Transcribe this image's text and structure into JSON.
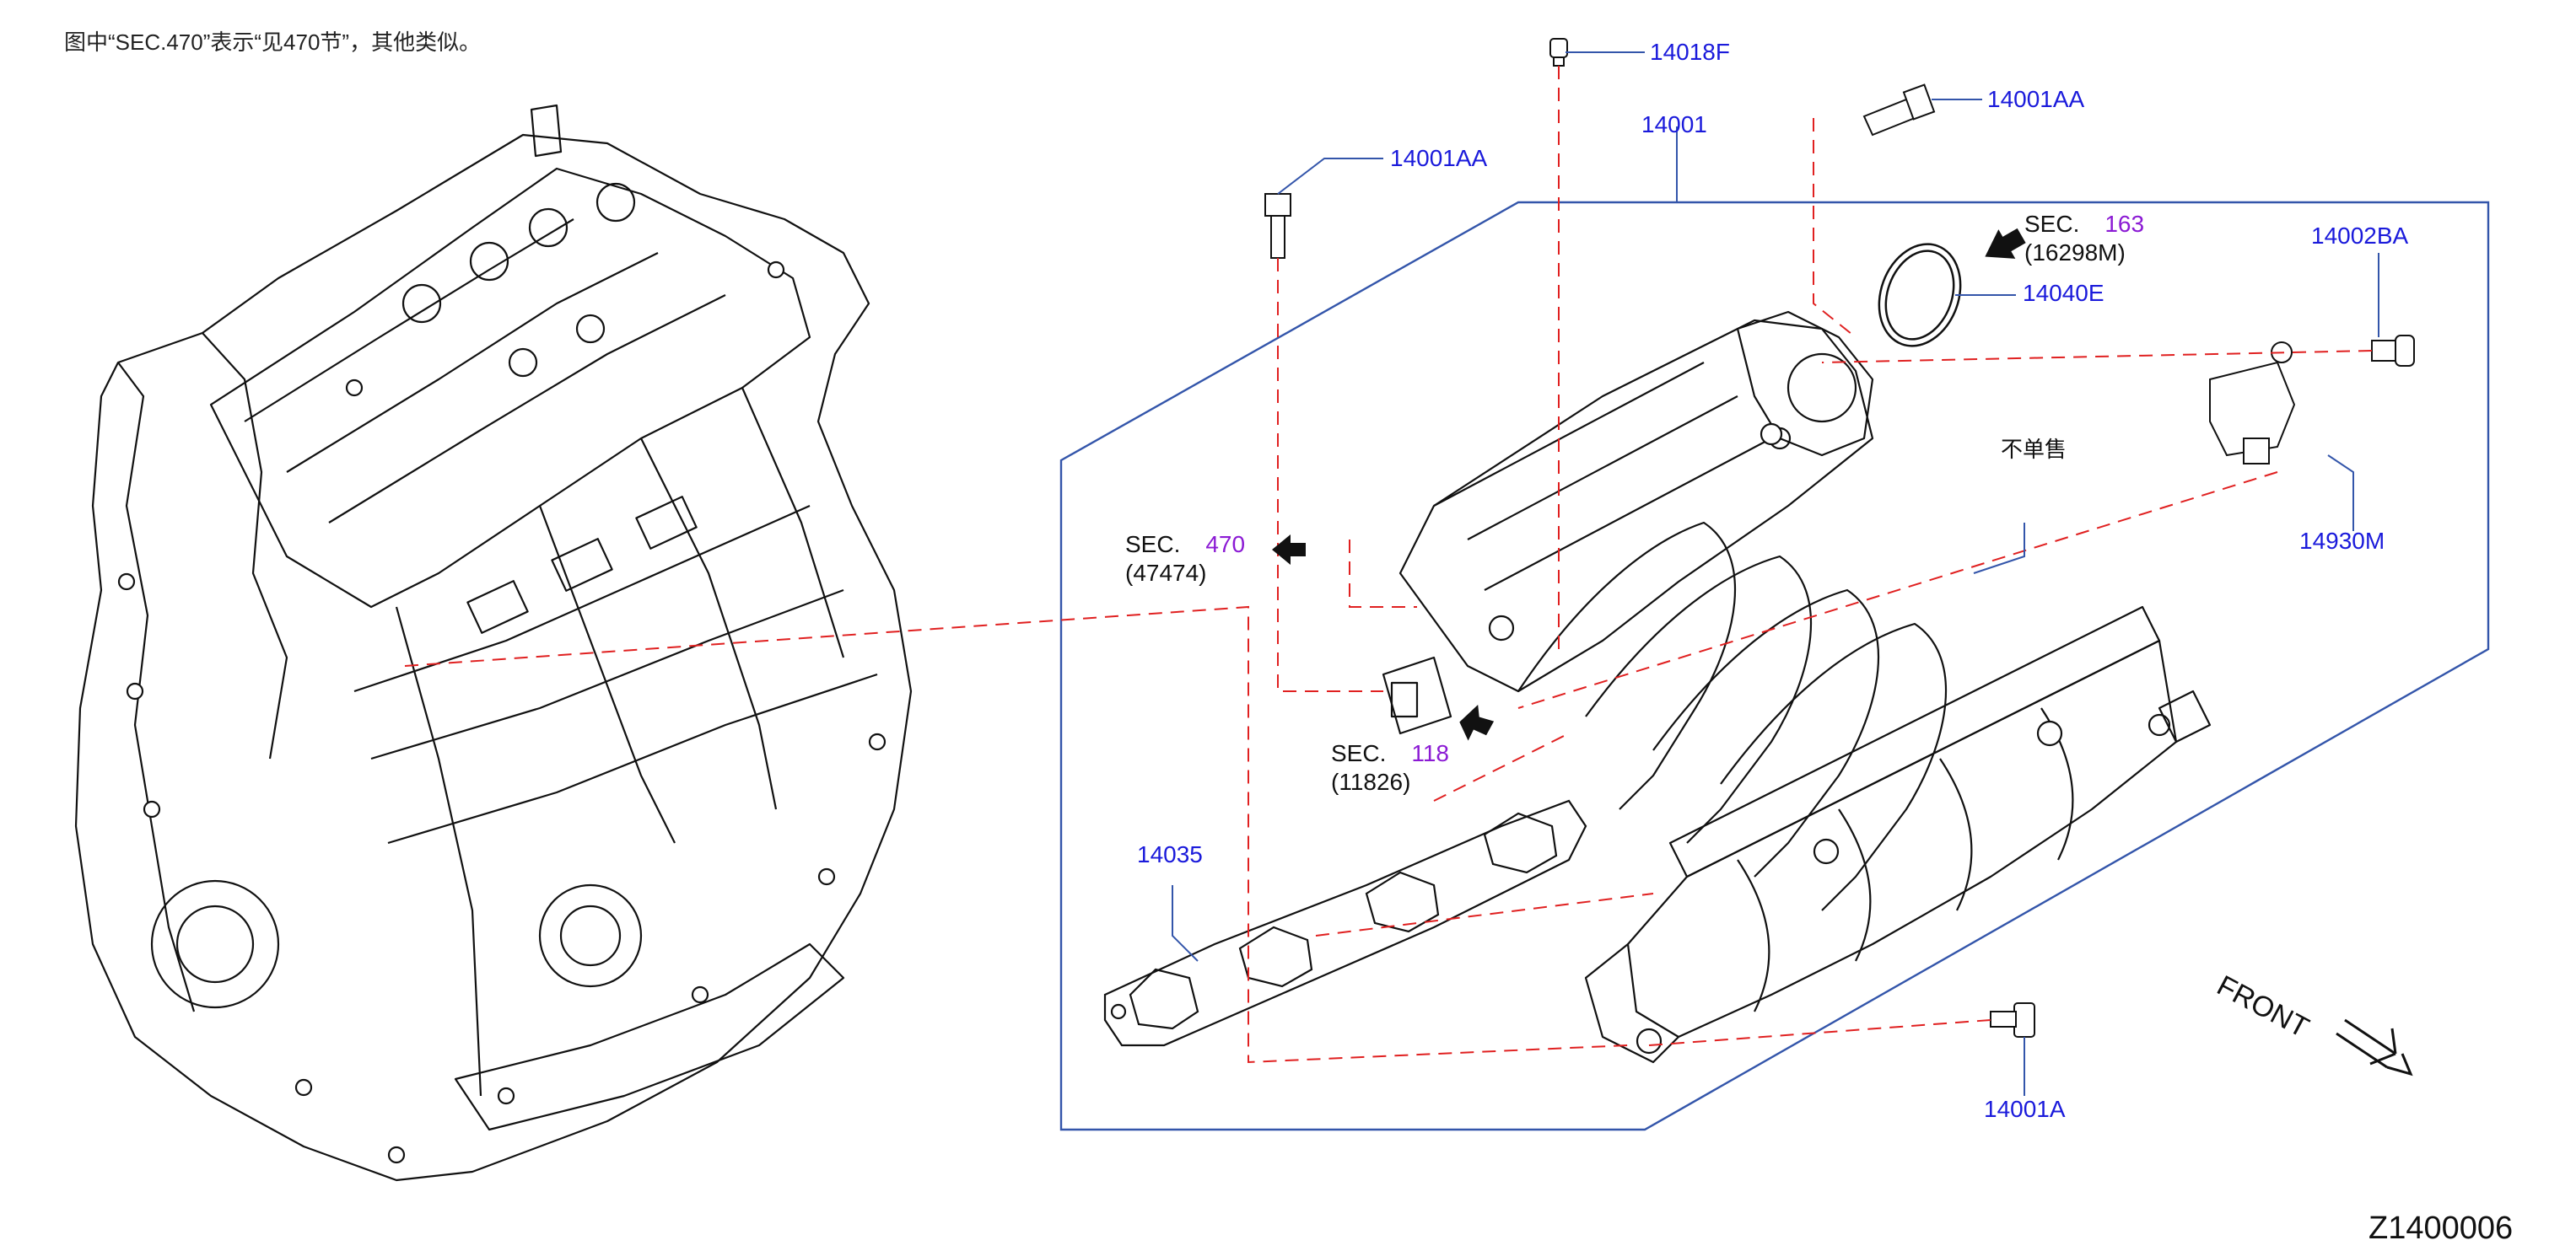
{
  "note": "图中“SEC.470”表示“见470节”，其他类似。",
  "figure_ref": "Z1400006",
  "front_label": "FRONT",
  "not_sold_label": "不单售",
  "parts": {
    "p14018F": "14018F",
    "p14001": "14001",
    "p14001AA_top": "14001AA",
    "p14001AA_left": "14001AA",
    "p14002BA": "14002BA",
    "p14040E": "14040E",
    "p14930M": "14930M",
    "p14035": "14035",
    "p14001A": "14001A"
  },
  "sections": {
    "sec163": {
      "keyword": "SEC.",
      "number": "163",
      "sub": "(16298M)"
    },
    "sec470": {
      "keyword": "SEC.",
      "number": "470",
      "sub": "(47474)"
    },
    "sec118": {
      "keyword": "SEC.",
      "number": "118",
      "sub": "(11826)"
    }
  },
  "colors": {
    "part_number": "#1a1adb",
    "section_number": "#8b1ad4",
    "leader_dashed": "#e02020",
    "frame": "#3355aa"
  }
}
